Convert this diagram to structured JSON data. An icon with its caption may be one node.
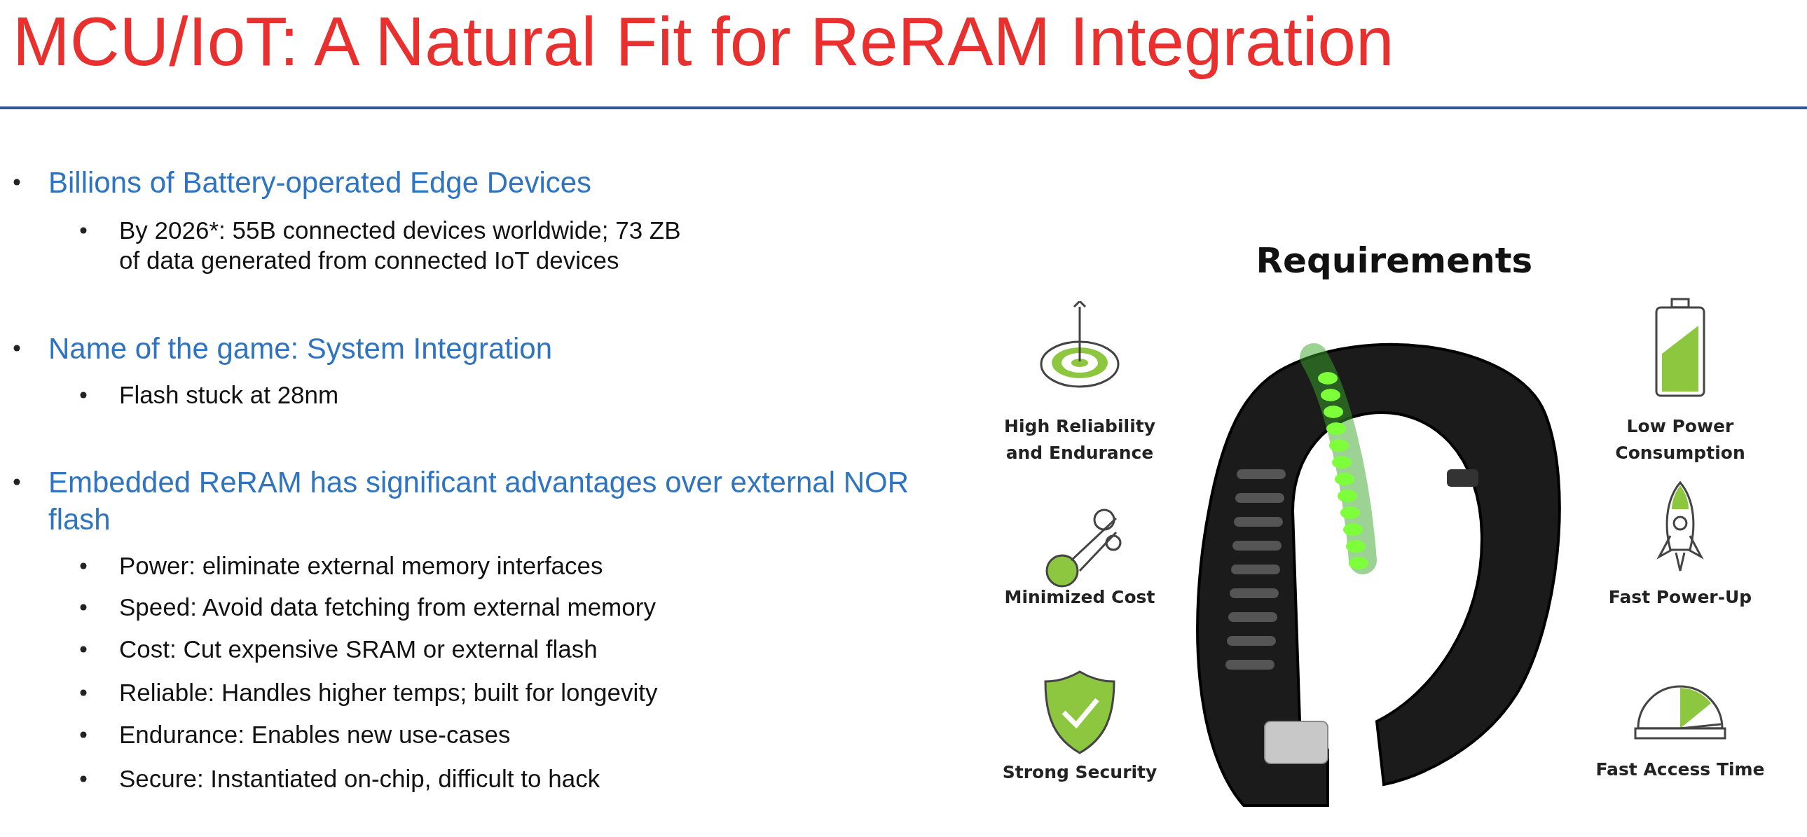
{
  "diagram": {
    "title": "MCU/IoT: A Natural Fit for ReRAM Integration",
    "labels": [
      "Billions of Battery-operated Edge Devices",
      "By 2026*: 55B connected devices worldwide; 73 ZB of data generated from connected IoT devices",
      "Name of the game: System Integration",
      "Flash stuck at 28nm",
      "Embedded ReRAM has significant advantages over external NOR flash",
      "Power: eliminate external memory interfaces",
      "Speed: Avoid data fetching from external memory",
      "Cost: Cut expensive SRAM or external flash",
      "Reliable: Handles higher temps; built for longevity",
      "Endurance: Enables new use-cases",
      "Secure: Instantiated on-chip, difficult to hack",
      "Requirements",
      "High Reliability and Endurance",
      "Low Power Consumption",
      "Minimized Cost",
      "Fast Power-Up",
      "Strong Security",
      "Fast Access Time"
    ]
  }
}
